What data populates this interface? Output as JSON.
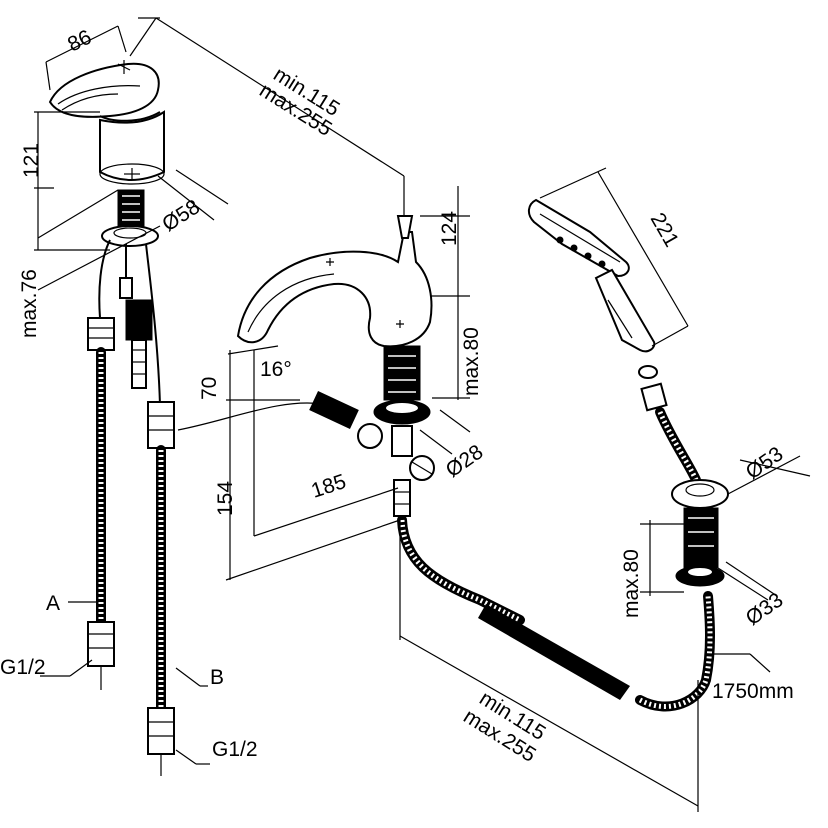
{
  "dimensions": {
    "lever_width": "86",
    "body_height": "121",
    "body_diameter": "Ø58",
    "shank_length_max": "max.76",
    "spout_spacing_min": "min.115",
    "spout_spacing_max": "max.255",
    "spout_height": "124",
    "spout_shank_max": "max.80",
    "spout_angle": "16°",
    "spout_offset": "70",
    "spout_depth": "154",
    "spout_reach": "185",
    "spout_hole": "Ø28",
    "handshower_length": "221",
    "holder_diameter": "Ø53",
    "holder_shank_max": "max.80",
    "holder_hole": "Ø33",
    "hose_length": "1750mm",
    "hose_spacing_min": "min.115",
    "hose_spacing_max": "max.255"
  },
  "labels": {
    "hose_a": "A",
    "hose_b": "B",
    "thread_a": "G1/2",
    "thread_b": "G1/2"
  }
}
